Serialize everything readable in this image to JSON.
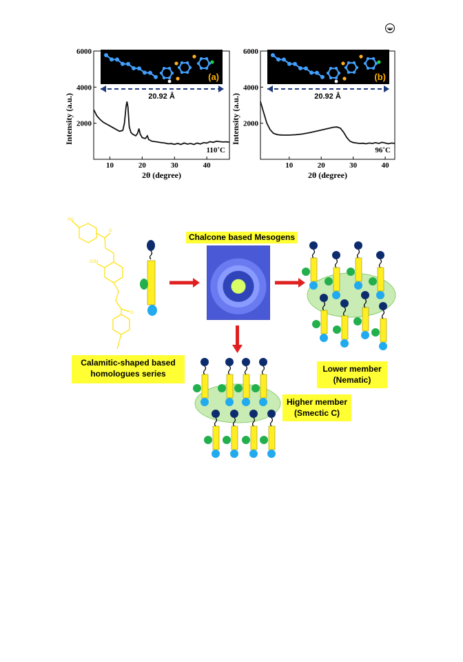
{
  "corner_icon": "circle-logo-icon",
  "chart_data": [
    {
      "type": "line",
      "panel_label": "(a)",
      "inset_caption": "20.92 Å",
      "annotation": "110˚C",
      "xlabel": "2θ (degree)",
      "ylabel": "Intensity (a.u.)",
      "xlim": [
        5,
        47
      ],
      "ylim": [
        0,
        6000
      ],
      "x_ticks": [
        "10",
        "20",
        "30",
        "40"
      ],
      "y_ticks": [
        "2000",
        "4000",
        "6000"
      ],
      "x": [
        5,
        6,
        7,
        8,
        9,
        10,
        11,
        12,
        13,
        14,
        14.5,
        15,
        15.3,
        15.6,
        16,
        16.5,
        17,
        18,
        18.6,
        19,
        19.4,
        20,
        21,
        21.6,
        22,
        22.5,
        23,
        24,
        25,
        26,
        27,
        28,
        29,
        30,
        31,
        32,
        33,
        34,
        35,
        36,
        37,
        38,
        39,
        40,
        41,
        42,
        43,
        44,
        45,
        46,
        47
      ],
      "y": [
        2750,
        2400,
        2200,
        2050,
        1950,
        1850,
        1750,
        1650,
        1550,
        1600,
        2000,
        2900,
        3200,
        2900,
        1800,
        1500,
        1400,
        1300,
        1450,
        1700,
        1400,
        1200,
        1150,
        1300,
        1100,
        1050,
        1000,
        980,
        950,
        920,
        900,
        860,
        870,
        830,
        880,
        820,
        900,
        840,
        880,
        820,
        900,
        850,
        920,
        900,
        980,
        940,
        1000,
        980,
        960,
        970,
        950
      ]
    },
    {
      "type": "line",
      "panel_label": "(b)",
      "inset_caption": "20.92 Å",
      "annotation": "96˚C",
      "xlabel": "2θ (degree)",
      "ylabel": "Intensity (a.u.)",
      "xlim": [
        1,
        43
      ],
      "ylim": [
        0,
        6000
      ],
      "x_ticks": [
        "10",
        "20",
        "30",
        "40"
      ],
      "y_ticks": [
        "2000",
        "4000",
        "6000"
      ],
      "x": [
        1,
        2,
        3,
        4,
        5,
        6,
        7,
        8,
        10,
        12,
        14,
        16,
        18,
        20,
        22,
        24,
        25,
        26,
        27,
        28,
        29,
        30,
        31,
        32,
        33,
        34,
        35,
        36,
        37,
        38,
        39,
        40,
        41,
        42,
        43
      ],
      "y": [
        3200,
        2600,
        2000,
        1650,
        1450,
        1380,
        1350,
        1340,
        1340,
        1360,
        1400,
        1460,
        1540,
        1620,
        1700,
        1780,
        1790,
        1720,
        1500,
        1200,
        1000,
        930,
        900,
        880,
        890,
        860,
        900,
        880,
        920,
        880,
        940,
        900,
        860,
        900,
        880
      ]
    }
  ],
  "scheme": {
    "title_label": "Chalcone based Mesogens",
    "series_label_line1": "Calamitic-shaped based",
    "series_label_line2": "homologues series",
    "lower_label_line1": "Lower member",
    "lower_label_line2": "(Nematic)",
    "higher_label_line1": "Higher member",
    "higher_label_line2": "(Smectic C)",
    "colors": {
      "rod": "#ffee22",
      "head": "#0d2c6e",
      "side": "#22b04c",
      "tail": "#22aaee",
      "arrow": "#e02020",
      "layer": "#b6e59a"
    }
  }
}
